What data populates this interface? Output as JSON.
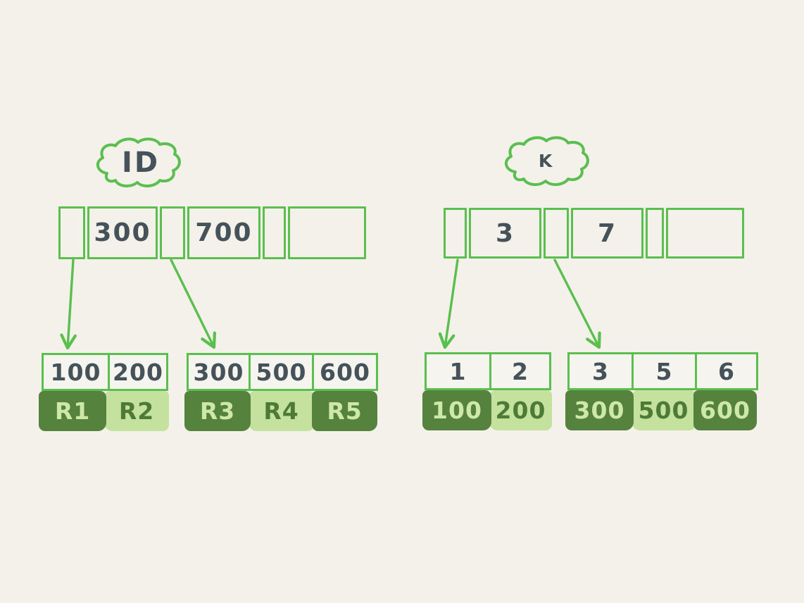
{
  "colors": {
    "background": "#f3f1ea",
    "sketch_green": "#5abf4e",
    "ink": "#45525a",
    "block_dark": "#55823d",
    "block_light": "#c4e19e",
    "text_on_dark": "#cde8a8",
    "text_on_light": "#4e7a38"
  },
  "left_tree": {
    "cloud_label": "ID",
    "root_cells": [
      "",
      "300",
      "",
      "700",
      "",
      ""
    ],
    "leaves": [
      {
        "keys": [
          "100",
          "200"
        ],
        "records": [
          {
            "label": "R1",
            "tone": "dark"
          },
          {
            "label": "R2",
            "tone": "light"
          }
        ]
      },
      {
        "keys": [
          "300",
          "500",
          "600"
        ],
        "records": [
          {
            "label": "R3",
            "tone": "dark"
          },
          {
            "label": "R4",
            "tone": "light"
          },
          {
            "label": "R5",
            "tone": "dark"
          }
        ]
      }
    ]
  },
  "right_tree": {
    "cloud_label": "K",
    "root_cells": [
      "",
      "3",
      "",
      "7",
      "",
      ""
    ],
    "leaves": [
      {
        "keys": [
          "1",
          "2"
        ],
        "records": [
          {
            "label": "100",
            "tone": "dark"
          },
          {
            "label": "200",
            "tone": "light"
          }
        ]
      },
      {
        "keys": [
          "3",
          "5",
          "6"
        ],
        "records": [
          {
            "label": "300",
            "tone": "dark"
          },
          {
            "label": "500",
            "tone": "light"
          },
          {
            "label": "600",
            "tone": "dark"
          }
        ]
      }
    ]
  }
}
